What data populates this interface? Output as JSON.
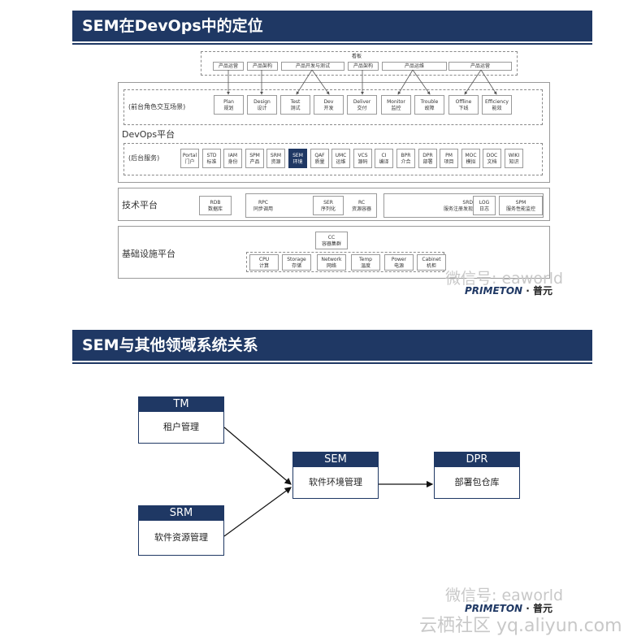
{
  "slide1": {
    "title": "SEM在DevOps中的定位",
    "top": {
      "label": "看板",
      "tags": [
        "产品运营",
        "产品架构",
        "产品开发与测试",
        "产品架构",
        "产品运维",
        "产品运营"
      ]
    },
    "front_label": "(前台角色交互场景)",
    "front_items": [
      {
        "en": "Plan",
        "cn": "规划"
      },
      {
        "en": "Design",
        "cn": "设计"
      },
      {
        "en": "Test",
        "cn": "测试"
      },
      {
        "en": "Dev",
        "cn": "开发"
      },
      {
        "en": "Deliver",
        "cn": "交付"
      },
      {
        "en": "Monitor",
        "cn": "监控"
      },
      {
        "en": "Trouble",
        "cn": "故障"
      },
      {
        "en": "Offline",
        "cn": "下线"
      },
      {
        "en": "Efficiency",
        "cn": "能效"
      }
    ],
    "devops_label": "DevOps平台",
    "back_label": "(后台服务)",
    "back_items": [
      {
        "en": "Portal",
        "cn": "门户"
      },
      {
        "en": "STD",
        "cn": "标准"
      },
      {
        "en": "IAM",
        "cn": "身份"
      },
      {
        "en": "SPM",
        "cn": "产品"
      },
      {
        "en": "SRM",
        "cn": "资源"
      },
      {
        "en": "SEM",
        "cn": "环境"
      },
      {
        "en": "QAF",
        "cn": "质量"
      },
      {
        "en": "UMC",
        "cn": "运维"
      },
      {
        "en": "VCS",
        "cn": "源码"
      },
      {
        "en": "CI",
        "cn": "编译"
      },
      {
        "en": "BPR",
        "cn": "介合"
      },
      {
        "en": "DPR",
        "cn": "部署"
      },
      {
        "en": "PM",
        "cn": "项目"
      },
      {
        "en": "MOC",
        "cn": "模拟"
      },
      {
        "en": "DOC",
        "cn": "文档"
      },
      {
        "en": "WIKI",
        "cn": "知识"
      }
    ],
    "tech_label": "技术平台",
    "tech": {
      "rdb": {
        "en": "RDB",
        "cn": "数据库"
      },
      "rpc": {
        "en": "RPC",
        "cn": "同步调用"
      },
      "ser": {
        "en": "SER",
        "cn": "序列化"
      },
      "rc": {
        "en": "RC",
        "cn": "资源容器"
      },
      "srd": {
        "en": "SRD",
        "cn": "服务注册发现"
      },
      "log": {
        "en": "LOG",
        "cn": "日志"
      },
      "spm": {
        "en": "SPM",
        "cn": "服务性能监控"
      }
    },
    "infra_label": "基础设施平台",
    "infra": {
      "cc": {
        "en": "CC",
        "cn": "容器集群"
      },
      "items": [
        {
          "en": "CPU",
          "cn": "计算"
        },
        {
          "en": "Storage",
          "cn": "存储"
        },
        {
          "en": "Network",
          "cn": "网络"
        },
        {
          "en": "Temp",
          "cn": "温度"
        },
        {
          "en": "Power",
          "cn": "电源"
        },
        {
          "en": "Cabinet",
          "cn": "机柜"
        }
      ]
    }
  },
  "slide2": {
    "title": "SEM与其他领域系统关系",
    "tm": {
      "head": "TM",
      "body": "租户管理"
    },
    "srm": {
      "head": "SRM",
      "body": "软件资源管理"
    },
    "sem": {
      "head": "SEM",
      "body": "软件环境管理"
    },
    "dpr": {
      "head": "DPR",
      "body": "部署包仓库"
    }
  },
  "watermark": {
    "wechat": "微信号: eaworld",
    "brand": "PRIMETON",
    "brand_cn": "· 普元",
    "site": "云栖社区 yq.aliyun.com"
  },
  "colors": {
    "accent": "#1f3864"
  }
}
